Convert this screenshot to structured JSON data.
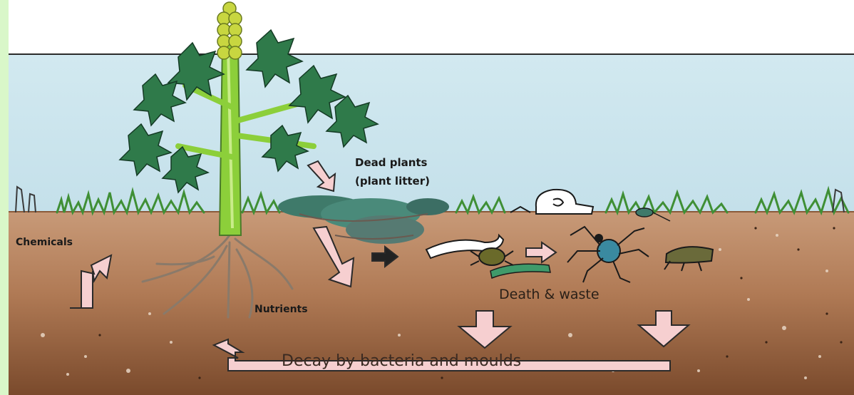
{
  "diagram": {
    "labels": {
      "dead_plants": "Dead plants",
      "plant_litter": "(plant litter)",
      "chemicals": "Chemicals",
      "nutrients": "Nutrients",
      "death_waste": "Death & waste",
      "decay": "Decay by bacteria and moulds"
    },
    "colors": {
      "sky": "#cde6ee",
      "soil": "#b07a55",
      "soil_dark": "#7a4a2c",
      "grass": "#3f8f35",
      "stem": "#8ccf3a",
      "leaf": "#2f7a4a",
      "arrow_fill": "#f6cfd0",
      "side_bar": "#d9f7c9"
    }
  }
}
